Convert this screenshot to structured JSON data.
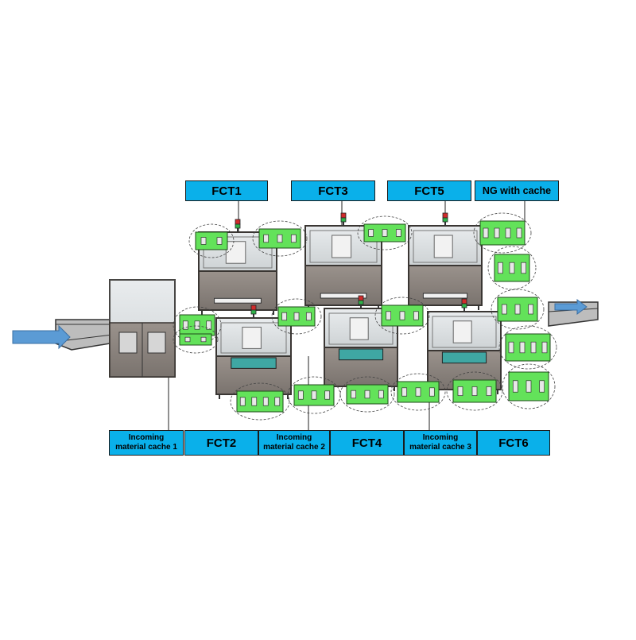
{
  "labels": {
    "fct1": "FCT1",
    "fct3": "FCT3",
    "fct5": "FCT5",
    "ng_cache": "NG with cache",
    "cache1_line1": "Incoming",
    "cache1_line2": "material cache 1",
    "fct2": "FCT2",
    "cache2_line1": "Incoming",
    "cache2_line2": "material cache 2",
    "fct4": "FCT4",
    "cache3_line1": "Incoming",
    "cache3_line2": "material cache 3",
    "fct6": "FCT6"
  },
  "colors": {
    "label_fill": "#0ab0ea",
    "board_green": "#63e25a",
    "machine_gray": "#8c8580",
    "frame_dark": "#3a3633",
    "arrow_blue": "#5b9bd5"
  },
  "flow": {
    "inlet_arrow": "arrow-right-icon",
    "outlet_arrow": "arrow-right-icon"
  }
}
